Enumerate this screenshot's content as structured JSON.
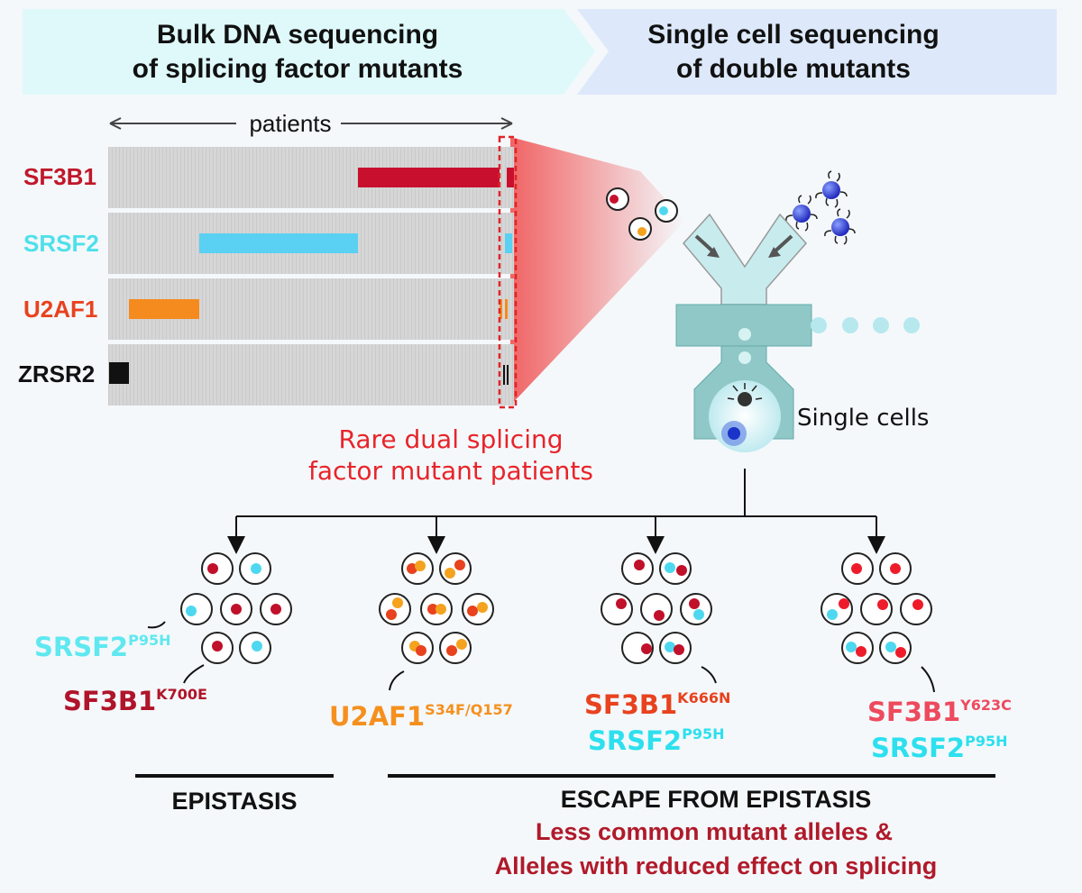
{
  "header": {
    "left_line1": "Bulk DNA sequencing",
    "left_line2": "of splicing factor mutants",
    "right_line1": "Single cell sequencing",
    "right_line2": "of double mutants"
  },
  "axis_label": "patients",
  "genes": [
    {
      "name": "SF3B1",
      "color": "#c0182a"
    },
    {
      "name": "SRSF2",
      "color": "#4fe0ea"
    },
    {
      "name": "U2AF1",
      "color": "#e8421e"
    },
    {
      "name": "ZRSR2",
      "color": "#111111"
    }
  ],
  "bar_colors": {
    "SF3B1": "#c8102e",
    "SRSF2": "#5ad0f2",
    "U2AF1": "#f58a1f",
    "ZRSR2": "#111111"
  },
  "rare_note": {
    "line1": "Rare dual splicing",
    "line2": "factor mutant patients"
  },
  "single_cells_label": "Single cells",
  "groups": [
    {
      "lines": [
        {
          "gene": "SRSF2",
          "sup": "P95H",
          "color": "#5fe8f0"
        },
        {
          "gene": "SF3B1",
          "sup": "K700E",
          "color": "#b0142a"
        }
      ]
    },
    {
      "lines": [
        {
          "gene": "U2AF1",
          "sup": "S34F/Q157",
          "color": "#f5901e"
        }
      ]
    },
    {
      "lines": [
        {
          "gene": "SF3B1",
          "sup": "K666N",
          "color": "#e8421e"
        },
        {
          "gene": "SRSF2",
          "sup": "P95H",
          "color": "#2de0ee"
        }
      ]
    },
    {
      "lines": [
        {
          "gene": "SF3B1",
          "sup": "Y623C",
          "color": "#ee4a5e"
        },
        {
          "gene": "SRSF2",
          "sup": "P95H",
          "color": "#2de0ee"
        }
      ]
    }
  ],
  "epistasis_label": "EPISTASIS",
  "escape_label": "ESCAPE FROM EPISTASIS",
  "escape_sub1": "Less common mutant alleles &",
  "escape_sub2": "Alleles with reduced effect on splicing"
}
